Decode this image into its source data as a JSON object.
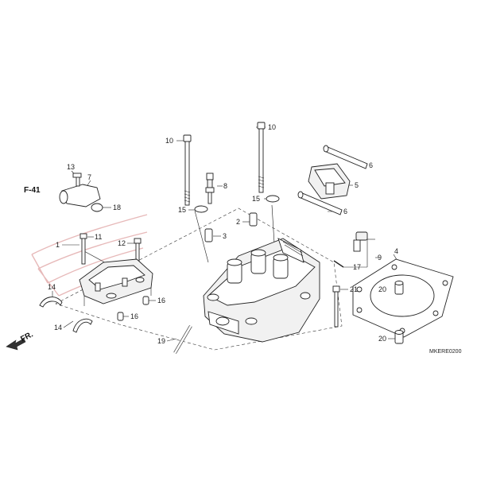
{
  "diagram": {
    "doc_code": "MKERE0200",
    "direction_label": "FR.",
    "ref_label": "F-41",
    "callouts": [
      {
        "id": "c1",
        "text": "1"
      },
      {
        "id": "c2",
        "text": "2"
      },
      {
        "id": "c3",
        "text": "3"
      },
      {
        "id": "c4",
        "text": "4"
      },
      {
        "id": "c5",
        "text": "5"
      },
      {
        "id": "c6a",
        "text": "6"
      },
      {
        "id": "c6b",
        "text": "6"
      },
      {
        "id": "c7",
        "text": "7"
      },
      {
        "id": "c8",
        "text": "8"
      },
      {
        "id": "c9",
        "text": "9"
      },
      {
        "id": "c10a",
        "text": "10"
      },
      {
        "id": "c10b",
        "text": "10"
      },
      {
        "id": "c11",
        "text": "11"
      },
      {
        "id": "c12",
        "text": "12"
      },
      {
        "id": "c13",
        "text": "13"
      },
      {
        "id": "c14a",
        "text": "14"
      },
      {
        "id": "c14b",
        "text": "14"
      },
      {
        "id": "c15a",
        "text": "15"
      },
      {
        "id": "c15b",
        "text": "15"
      },
      {
        "id": "c16a",
        "text": "16"
      },
      {
        "id": "c16b",
        "text": "16"
      },
      {
        "id": "c17",
        "text": "17"
      },
      {
        "id": "c18",
        "text": "18"
      },
      {
        "id": "c19",
        "text": "19"
      },
      {
        "id": "c20a",
        "text": "20"
      },
      {
        "id": "c20b",
        "text": "20"
      },
      {
        "id": "c21",
        "text": "21"
      }
    ]
  }
}
